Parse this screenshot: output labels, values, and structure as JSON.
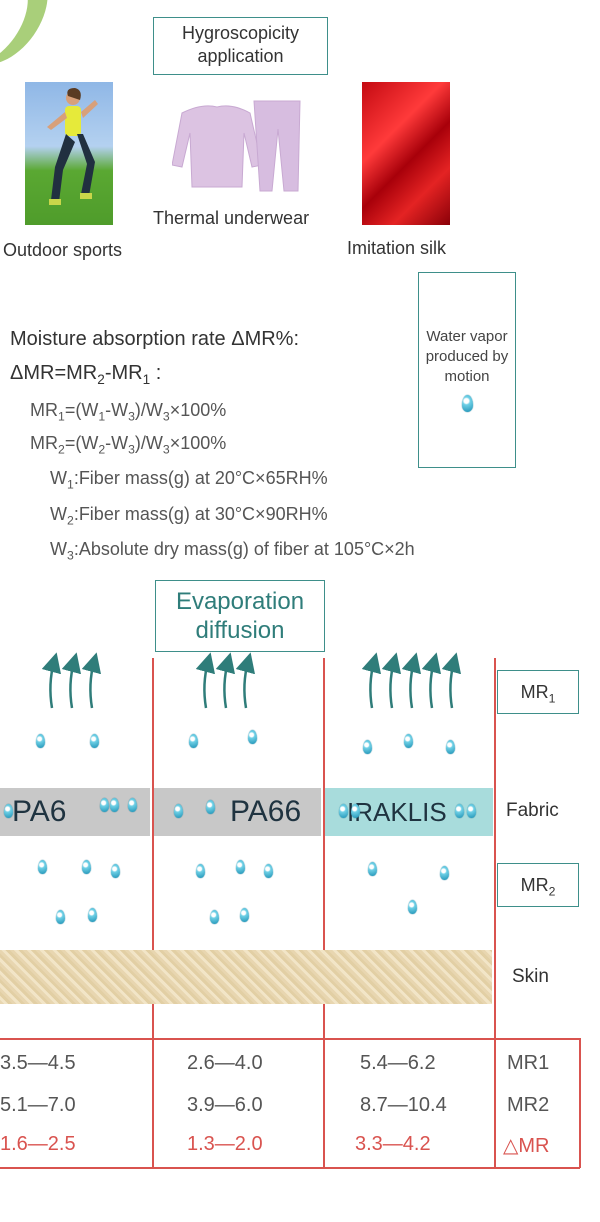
{
  "title_box": "Hygroscopicity application",
  "applications": [
    {
      "label": "Outdoor sports",
      "image": "runner-photo"
    },
    {
      "label": "Thermal underwear",
      "image": "thermal-underwear-photo"
    },
    {
      "label": "Imitation silk",
      "image": "red-silk-photo"
    }
  ],
  "formula": {
    "heading": "Moisture absorption rate ΔMR%:",
    "line1_html": "ΔMR=MR<sub>2</sub>-MR<sub>1</sub> :",
    "line2_html": "MR<sub>1</sub>=(W<sub>1</sub>-W<sub>3</sub>)/W<sub>3</sub>×100%",
    "line3_html": "MR<sub>2</sub>=(W<sub>2</sub>-W<sub>3</sub>)/W<sub>3</sub>×100%",
    "line4_html": "W<sub>1</sub>:Fiber mass(g) at 20°C×65RH%",
    "line5_html": "W<sub>2</sub>:Fiber mass(g) at 30°C×90RH%",
    "line6_html": "W<sub>3</sub>:Absolute dry mass(g) of fiber at 105°C×2h"
  },
  "water_box": "Water vapor produced by motion",
  "evap_box": "Evaporation diffusion",
  "fabrics": [
    "PA6",
    "PA66",
    "IRAKLIS"
  ],
  "side_labels": {
    "mr1_html": "MR<sub>1</sub>",
    "fabric": "Fabric",
    "mr2_html": "MR<sub>2</sub>",
    "skin": "Skin"
  },
  "table": {
    "rows": [
      {
        "label": "MR1",
        "values": [
          "3.5—4.5",
          "2.6—4.0",
          "5.4—6.2"
        ],
        "color": "#555555"
      },
      {
        "label": "MR2",
        "values": [
          "5.1—7.0",
          "3.9—6.0",
          "8.7—10.4"
        ],
        "color": "#555555"
      },
      {
        "label": "△MR",
        "values": [
          "1.6—2.5",
          "1.3—2.0",
          "3.3—4.2"
        ],
        "color": "#d9534f"
      }
    ]
  },
  "colors": {
    "teal": "#3e8f8a",
    "red": "#d9534f",
    "arrow": "#2f7d7a",
    "iraklis_band": "#a8dcdc",
    "pa_band": "#c8c8c8"
  }
}
